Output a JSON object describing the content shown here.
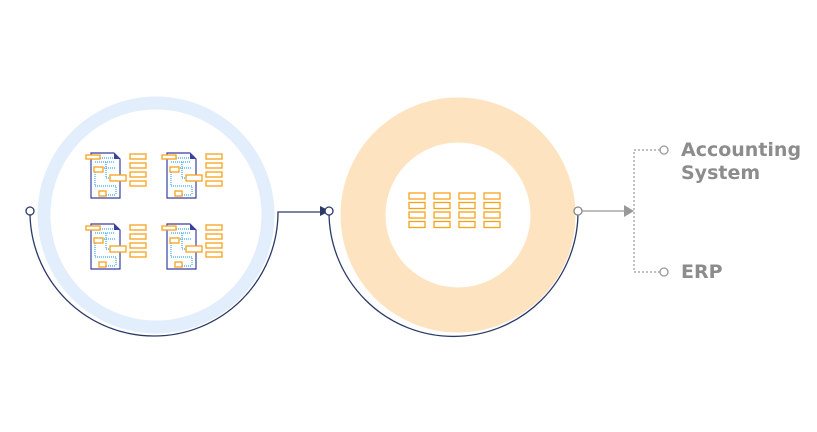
{
  "outputs": [
    {
      "label_line1": "Accounting",
      "label_line2": "System"
    },
    {
      "label_line1": "ERP"
    }
  ],
  "colors": {
    "input_ring": "#e3eefc",
    "process_ring": "#fde3c0",
    "connector": "#2b3a67",
    "accent": "#f7a21b",
    "doc_outline": "#3a3fa0",
    "doc_dots": "#39a7e8",
    "output_line": "#999999"
  },
  "documents_count": 4,
  "extracted_fields_grid": {
    "columns": 4,
    "rows": 4
  }
}
